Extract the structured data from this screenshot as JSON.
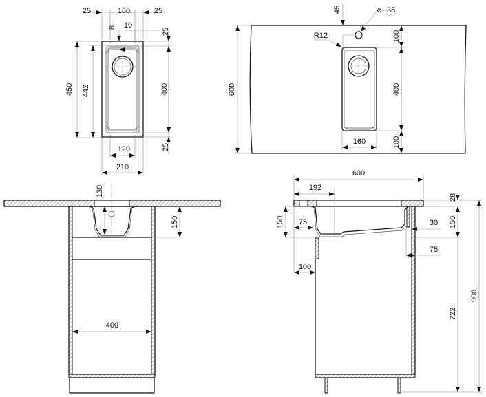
{
  "drawing": {
    "title": "Sink technical drawing (4 views)",
    "line_color": "#1a1a1a",
    "dim_color": "#8a8a8a",
    "background": "#ffffff"
  },
  "views": {
    "top_sink": {
      "overall_width": "210",
      "flange_left": "25",
      "bowl_width": "160",
      "flange_right": "25",
      "slot_offset": "8",
      "slot_width": "10",
      "top_flange": "25",
      "bowl_length": "400",
      "bottom_flange": "25",
      "overall_length": "450",
      "inner_length": "442",
      "bottom_slots": "120"
    },
    "countertop_plan": {
      "depth": "600",
      "front_offset": "45",
      "hole_diameter": "35",
      "hole_symbol": "⌀",
      "corner_radius": "R12",
      "top_margin": "100",
      "bowl_length": "400",
      "bottom_margin": "100",
      "bowl_width": "160"
    },
    "front_section": {
      "bowl_depth": "130",
      "depth_from_top": "150",
      "cabinet_inner_width": "400"
    },
    "side_section": {
      "depth": "600",
      "drain_offset": "192",
      "countertop_thickness": "28",
      "bowl_depth_left": "150",
      "bowl_depth_right": "150",
      "left_offset": "75",
      "right_gap": "30",
      "right_panel_offset": "75",
      "front_recess": "100",
      "cabinet_height": "722",
      "total_height": "900"
    }
  }
}
